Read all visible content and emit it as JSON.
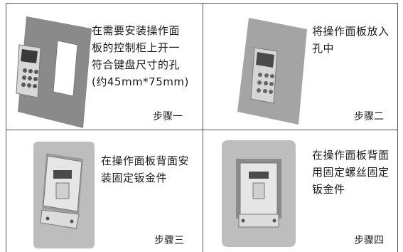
{
  "steps": [
    {
      "text": "在需要安装操作面\n板的控制柜上开一\n符合键盘尺寸的孔\n(约45mm*75mm)",
      "label": "步骤一"
    },
    {
      "text": "将操作面板放入\n孔中",
      "label": "步骤二"
    },
    {
      "text": "在操作面板背面安\n装固定钣金件",
      "label": "步骤三"
    },
    {
      "text": "在操作面板背面\n用固定螺丝固定\n钣金件",
      "label": "步骤四"
    }
  ],
  "colors": {
    "plate": "#8a8a8a",
    "plate_light": "#a4a4a4",
    "bracket": "#c8c8c8",
    "line": "#5a5a5a"
  }
}
